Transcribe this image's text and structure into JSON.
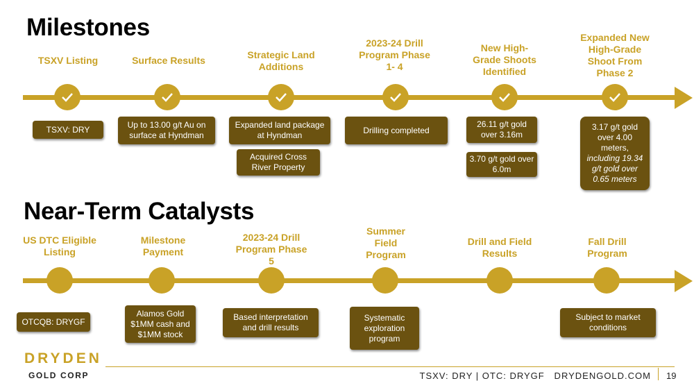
{
  "milestones": {
    "title": "Milestones",
    "items": [
      {
        "label": "TSXV Listing",
        "boxes": [
          "TSXV: DRY"
        ]
      },
      {
        "label": "Surface Results",
        "boxes": [
          "Up to 13.00 g/t Au on surface at Hyndman"
        ]
      },
      {
        "label": "Strategic Land Additions",
        "boxes": [
          "Expanded land package at Hyndman",
          "Acquired Cross River Property"
        ]
      },
      {
        "label": "2023-24 Drill Program Phase 1- 4",
        "boxes": [
          "Drilling completed"
        ]
      },
      {
        "label": "New High-Grade Shoots Identified",
        "boxes": [
          "26.11 g/t gold over 3.16m",
          "3.70 g/t gold over 6.0m"
        ]
      },
      {
        "label": "Expanded New High-Grade Shoot From Phase 2",
        "boxes": [
          "3.17 g/t gold over 4.00 meters,",
          "including 19.34 g/t gold over 0.65 meters"
        ]
      }
    ]
  },
  "catalysts": {
    "title": "Near-Term Catalysts",
    "items": [
      {
        "label": "US DTC Eligible Listing",
        "boxes": [
          "OTCQB: DRYGF"
        ]
      },
      {
        "label": "Milestone Payment",
        "boxes": [
          "Alamos Gold $1MM cash and $1MM stock"
        ]
      },
      {
        "label": "2023-24 Drill Program Phase 5",
        "boxes": [
          "Based interpretation and drill results"
        ]
      },
      {
        "label": "Summer Field Program",
        "boxes": [
          "Systematic exploration program"
        ]
      },
      {
        "label": "Drill and Field Results",
        "boxes": []
      },
      {
        "label": "Fall Drill Program",
        "boxes": [
          "Subject to market conditions"
        ]
      }
    ]
  },
  "logo": {
    "word": "DRYDEN",
    "sub": "GOLD CORP"
  },
  "footer": {
    "text": "TSXV: DRY | OTC: DRYGF   DRYDENGOLD.COM",
    "page": "19"
  },
  "colors": {
    "accent": "#c9a227",
    "box": "#6b5210"
  }
}
